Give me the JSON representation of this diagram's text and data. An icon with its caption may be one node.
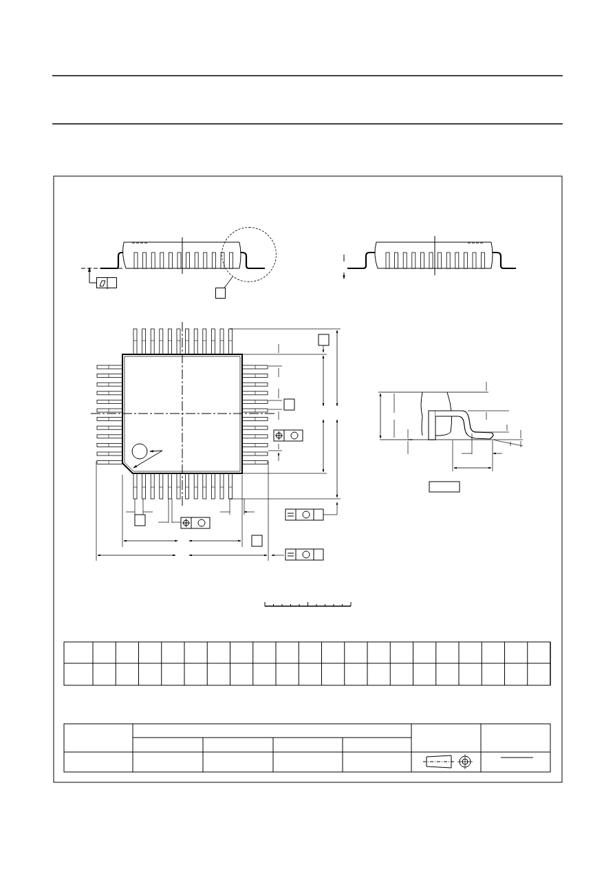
{
  "diagram": {
    "nodes": [
      {
        "text": [],
        "shape": "circle"
      },
      {
        "text": [],
        "shape": "box"
      },
      {
        "text": [],
        "shape": "box"
      }
    ],
    "edges": [
      {
        "from": 0,
        "to": 1,
        "arrow": "none"
      },
      {
        "from": 2,
        "to": null,
        "arrow": "to"
      }
    ]
  }
}
